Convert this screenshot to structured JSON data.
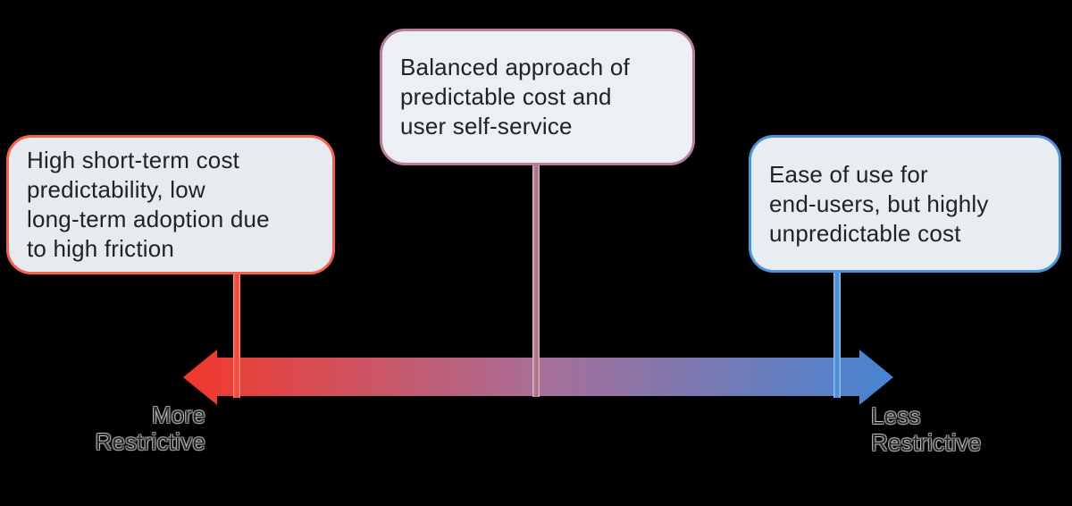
{
  "callouts": {
    "left": {
      "text": "High short-term cost\npredictability, low\nlong-term adoption due\nto high friction",
      "border_color": "#f4614d",
      "fill_color": "#e7ebef"
    },
    "middle": {
      "text": "Balanced approach of\npredictable cost and\nuser self-service",
      "border_color": "#b57f9b",
      "fill_color": "#eceff4"
    },
    "right": {
      "text": "Ease of use for\nend-users, but highly\nunpredictable cost",
      "border_color": "#4f93dc",
      "fill_color": "#e8edf2"
    }
  },
  "axis": {
    "left_label": "More\nRestrictive",
    "right_label": "Less\nRestrictive",
    "gradient_left_color": "#f2382b",
    "gradient_mid_color": "#a86f97",
    "gradient_right_color": "#4585d2"
  }
}
